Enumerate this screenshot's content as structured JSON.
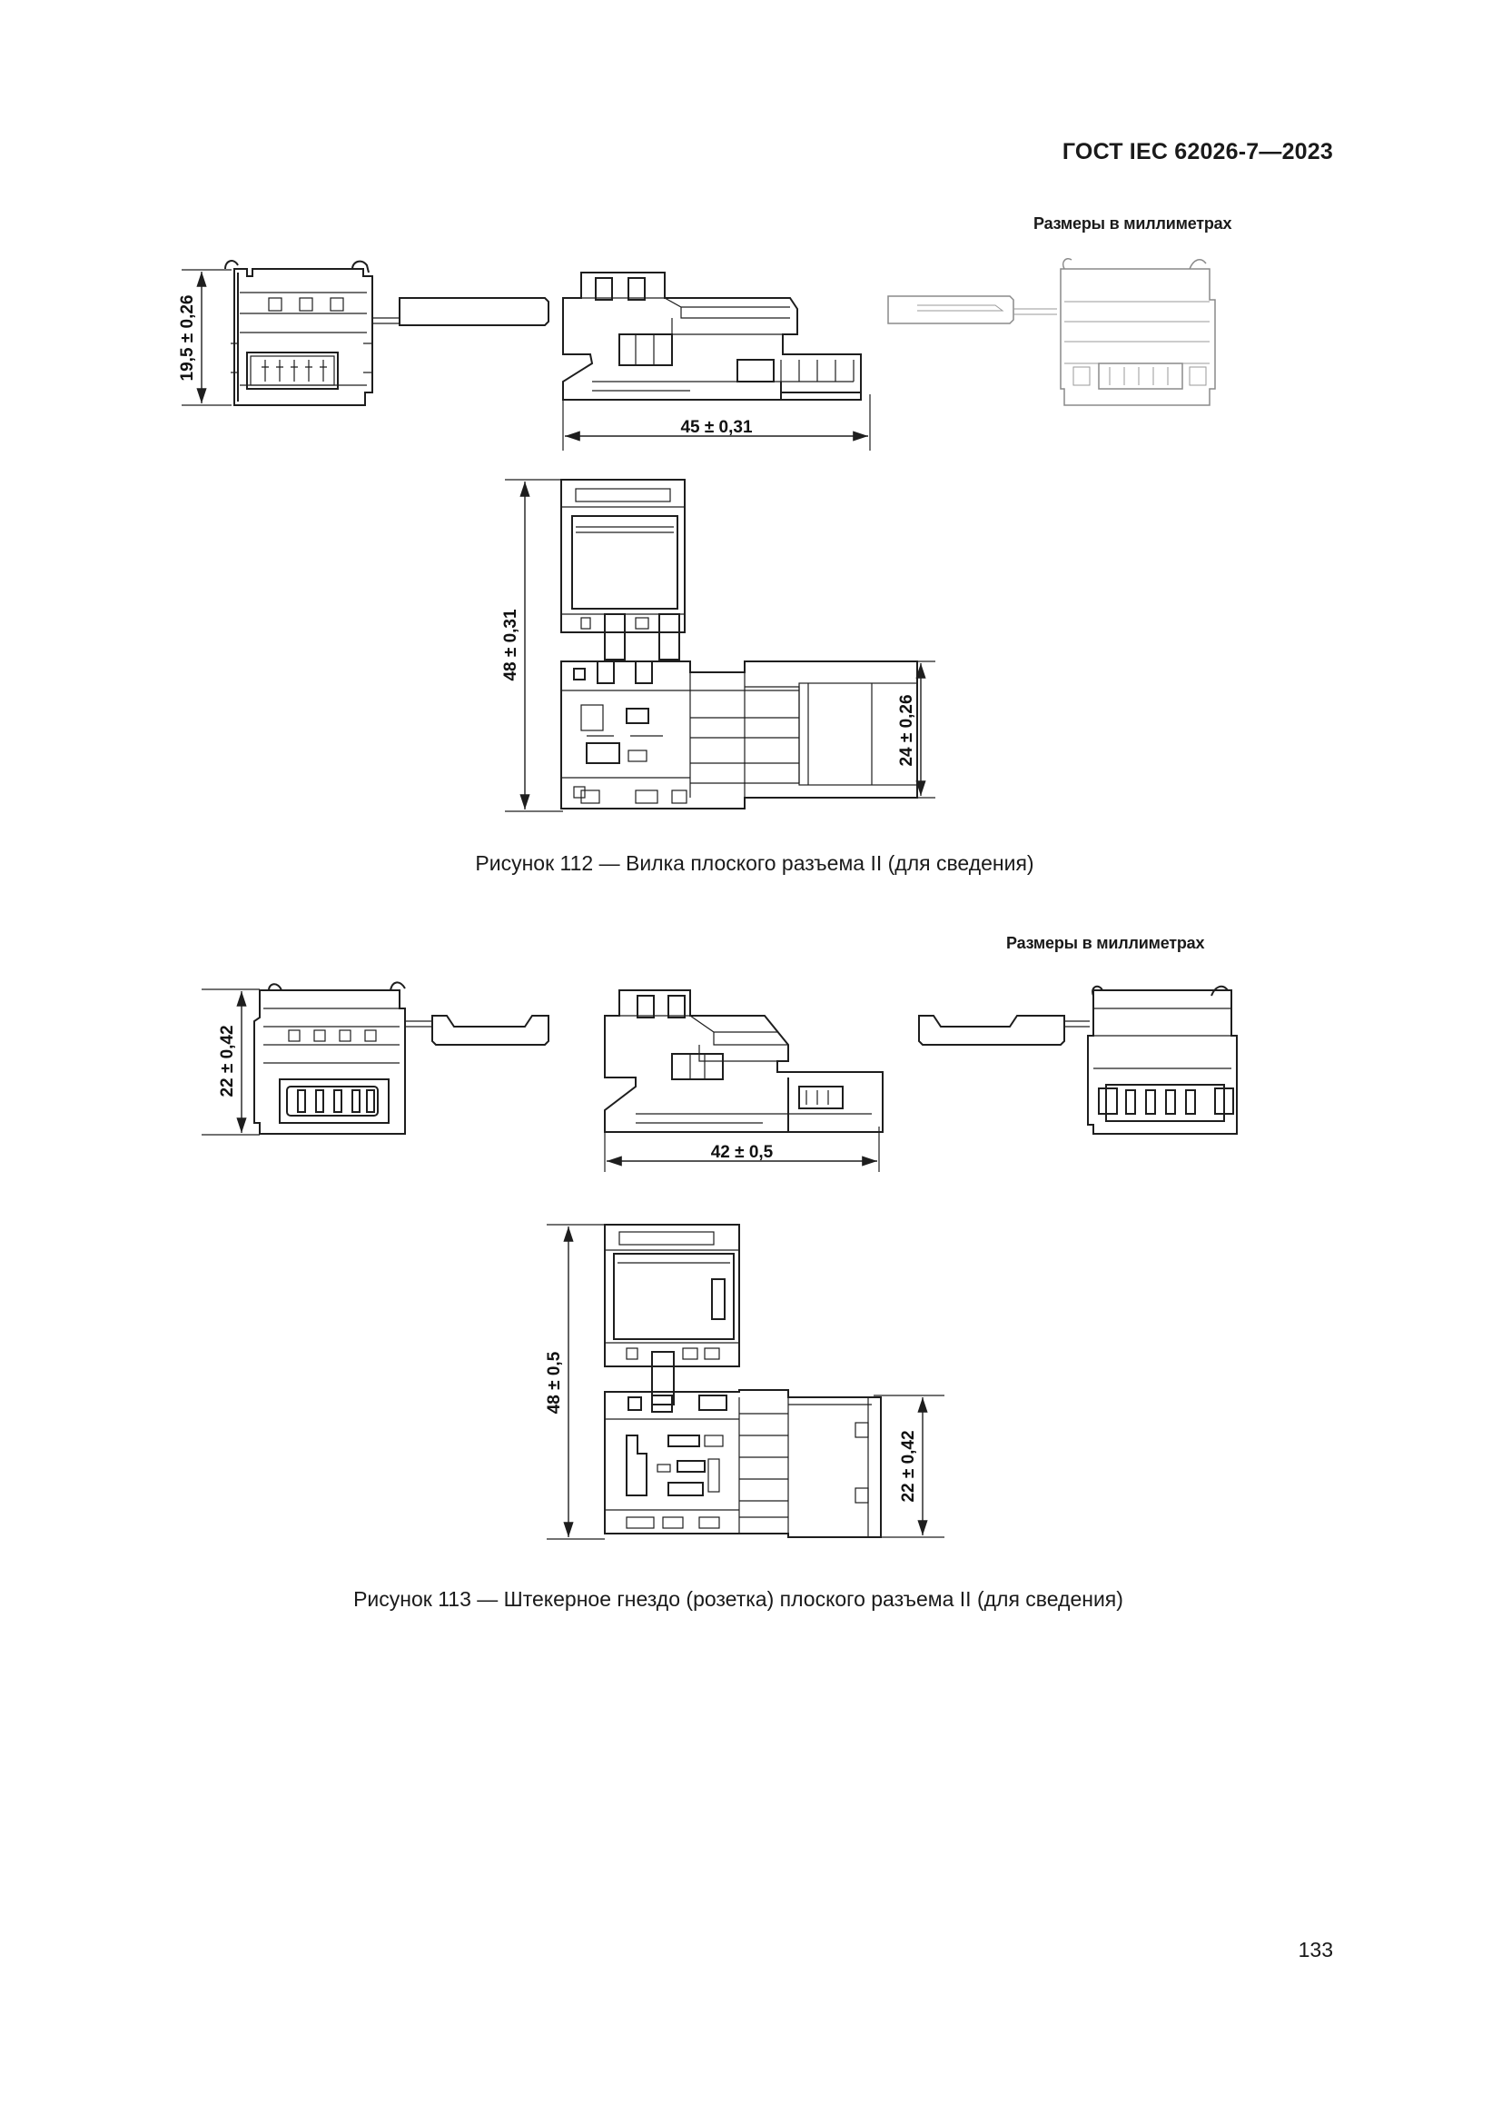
{
  "header": {
    "standard": "ГОСТ IEC 62026-7—2023"
  },
  "figure112": {
    "units_note": "Размеры в миллиметрах",
    "dim_height_left": "19,5 ± 0,26",
    "dim_length": "45 ± 0,31",
    "dim_height_top": "48 ± 0,31",
    "dim_height_right": "24 ± 0,26",
    "caption": "Рисунок 112 — Вилка плоского разъема II (для сведения)"
  },
  "figure113": {
    "units_note": "Размеры в миллиметрах",
    "dim_height_left": "22 ± 0,42",
    "dim_length": "42 ± 0,5",
    "dim_height_top": "48 ± 0,5",
    "dim_height_right": "22 ± 0,42",
    "caption": "Рисунок 113 — Штекерное гнездо (розетка) плоского разъема II (для сведения)"
  },
  "footer": {
    "page_number": "133"
  }
}
